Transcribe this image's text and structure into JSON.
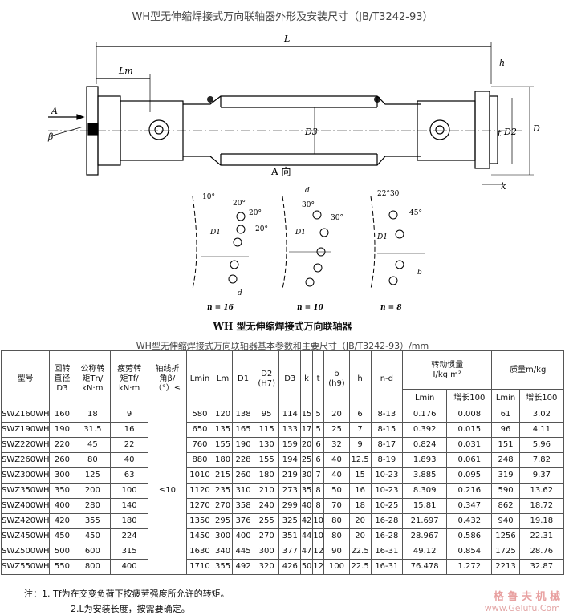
{
  "title": "WH型无伸缩焊接式万向联轴器外形及安装尺寸（JB/T3242-93）",
  "drawing": {
    "dim_L": "L",
    "dim_Lm": "Lm",
    "dim_h": "h",
    "dim_D3": "D3",
    "dim_D2": "D2",
    "dim_D": "D",
    "dim_t": "t",
    "dim_k": "k",
    "arrow_A": "A",
    "beta": "β",
    "view_label": "A 向",
    "v1": {
      "a1": "10°",
      "a2": "20°",
      "a3": "20°",
      "a4": "20°",
      "d1": "D1",
      "d": "d",
      "n": "n = 16"
    },
    "v2": {
      "d": "d",
      "a1": "30°",
      "a2": "30°",
      "d1": "D1",
      "n": "n = 10"
    },
    "v3": {
      "a1": "22°30'",
      "a2": "45°",
      "d1": "D1",
      "b": "b",
      "n": "n = 8"
    },
    "caption": "WH 型无伸缩焊接式万向联轴器"
  },
  "table_title": "WH型无伸缩焊接式万向联轴器基本参数和主要尺寸（JB/T3242-93）/mm",
  "headers": {
    "model": "型号",
    "D1": "回转",
    "D2": "直径",
    "D3": "D3",
    "Tn1": "公称转",
    "Tn2": "矩Tn/",
    "Tn3": "kN·m",
    "Tf1": "疲劳转",
    "Tf2": "矩Tf/",
    "Tf3": "kN·m",
    "b1": "轴线折",
    "b2": "角β/",
    "b3": "（°）≤",
    "Lmin": "Lmin",
    "Lm": "Lm",
    "Dd1": "D1",
    "D2a": "D2",
    "D2b": "(H7)",
    "k": "k",
    "t": "t",
    "ba": "b",
    "bb": "(h9)",
    "h": "h",
    "nd": "n-d",
    "inertia": "转动惯量",
    "inertia_u": "I/kg·m²",
    "mass": "质量m/kg",
    "i_lmin": "Lmin",
    "i_inc": "增长100",
    "m_lmin": "Lmin",
    "m_inc": "增长100"
  },
  "beta_value": "≤10",
  "rows": [
    [
      "SWZ160WH",
      "160",
      "18",
      "9",
      "580",
      "120",
      "138",
      "95",
      "114",
      "15",
      "5",
      "20",
      "6",
      "8-13",
      "0.176",
      "0.008",
      "61",
      "3.02"
    ],
    [
      "SWZ190WH",
      "190",
      "31.5",
      "16",
      "650",
      "135",
      "165",
      "115",
      "133",
      "17",
      "5",
      "25",
      "7",
      "8-15",
      "0.392",
      "0.015",
      "96",
      "4.11"
    ],
    [
      "SWZ220WH",
      "220",
      "45",
      "22",
      "760",
      "155",
      "190",
      "130",
      "159",
      "20",
      "6",
      "32",
      "9",
      "8-17",
      "0.824",
      "0.031",
      "151",
      "5.96"
    ],
    [
      "SWZ260WH",
      "260",
      "80",
      "40",
      "880",
      "180",
      "228",
      "155",
      "194",
      "25",
      "6",
      "40",
      "12.5",
      "8-19",
      "1.893",
      "0.061",
      "248",
      "7.82"
    ],
    [
      "SWZ300WH",
      "300",
      "125",
      "63",
      "1010",
      "215",
      "260",
      "180",
      "219",
      "30",
      "7",
      "40",
      "15",
      "10-23",
      "3.885",
      "0.095",
      "319",
      "9.37"
    ],
    [
      "SWZ350WH",
      "350",
      "200",
      "100",
      "1120",
      "235",
      "310",
      "210",
      "273",
      "35",
      "8",
      "50",
      "16",
      "10-23",
      "8.309",
      "0.216",
      "590",
      "13.62"
    ],
    [
      "SWZ400WH",
      "400",
      "280",
      "140",
      "1270",
      "270",
      "358",
      "240",
      "299",
      "40",
      "8",
      "70",
      "18",
      "10-25",
      "15.81",
      "0.347",
      "862",
      "18.72"
    ],
    [
      "SWZ420WH",
      "420",
      "355",
      "180",
      "1350",
      "295",
      "376",
      "255",
      "325",
      "42",
      "10",
      "80",
      "20",
      "16-28",
      "21.697",
      "0.432",
      "940",
      "19.18"
    ],
    [
      "SWZ450WH",
      "450",
      "450",
      "224",
      "1450",
      "300",
      "400",
      "270",
      "351",
      "44",
      "10",
      "80",
      "20",
      "16-28",
      "28.967",
      "0.586",
      "1256",
      "22.31"
    ],
    [
      "SWZ500WH",
      "500",
      "600",
      "315",
      "1630",
      "340",
      "445",
      "300",
      "377",
      "47",
      "12",
      "90",
      "22.5",
      "16-31",
      "49.12",
      "0.854",
      "1725",
      "28.76"
    ],
    [
      "SWZ550WH",
      "550",
      "800",
      "400",
      "1710",
      "355",
      "492",
      "320",
      "426",
      "50",
      "12",
      "100",
      "22.5",
      "16-31",
      "76.478",
      "1.272",
      "2213",
      "32.87"
    ]
  ],
  "notes": {
    "n1": "注：1. Tf为在交变负荷下按疲劳强度所允许的转矩。",
    "n2": "2.L为安装长度，按需要确定。"
  },
  "watermark": {
    "cn": "格 鲁 夫 机 械",
    "url": "www.Gelufu.Com"
  }
}
